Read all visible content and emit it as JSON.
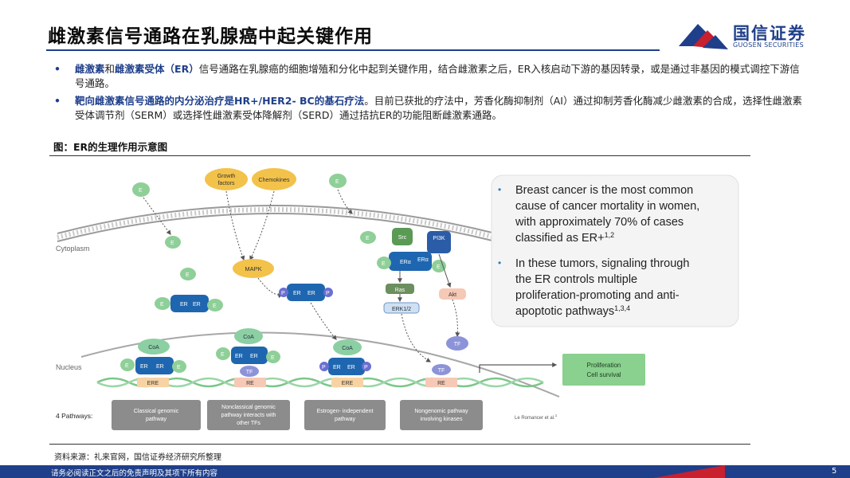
{
  "header": {
    "title": "雌激素信号通路在乳腺癌中起关键作用",
    "logo_cn": "国信证券",
    "logo_en": "GUOSEN SECURITIES"
  },
  "bullets": [
    {
      "hl1": "雌激素",
      "t1": "和",
      "hl2": "雌激素受体（ER）",
      "t2": "信号通路在乳腺癌的细胞增殖和分化中起到关键作用，结合雌激素之后，ER入核启动下游的基因转录，或是通过非基因的模式调控下游信号通路。"
    },
    {
      "hl1": "靶向雌激素信号通路的内分泌治疗是HR+/HER2- BC的基石疗法",
      "t1": "。目前已获批的疗法中，芳香化酶抑制剂（AI）通过抑制芳香化酶减少雌激素的合成，选择性雌激素受体调节剂（SERM）或选择性雌激素受体降解剂（SERD）通过拮抗ER的功能阻断雌激素通路。"
    }
  ],
  "figure": {
    "caption": "图：ER的生理作用示意图",
    "cytoplasm": "Cytoplasm",
    "nucleus": "Nucleus",
    "pathways_label": "4 Pathways:",
    "growth_factors": [
      "Growth",
      "factors"
    ],
    "chemokines": "Chemokines",
    "e2": "E",
    "e2_sub": "2",
    "er": "ER",
    "era": "ERα",
    "p": "P",
    "coa": "CoA",
    "tf": "TF",
    "mapk": "MAPK",
    "src": "Src",
    "pi3k": "PI3K",
    "ras": "Ras",
    "erk": "ERK1/2",
    "akt": "Akt",
    "ere": "ERE",
    "re": "RE",
    "proliferation": [
      "Proliferation",
      "Cell survival"
    ],
    "pathways": [
      [
        "Classical genomic",
        "pathway"
      ],
      [
        "Nonclassical genomic",
        "pathway interacts with",
        "other TFs"
      ],
      [
        "Estrogen- independent",
        "pathway"
      ],
      [
        "Nongenomic pathway",
        "involving kinases"
      ]
    ],
    "citation": "Le Romancer et al.",
    "citation_sup": "1",
    "callout": [
      {
        "lines": [
          "Breast cancer is the most common",
          "cause of cancer mortality in women,",
          "with approximately 70% of cases",
          "classified as ER+"
        ],
        "sup": "1,2"
      },
      {
        "lines": [
          "In these tumors, signaling through",
          "the ER controls multiple",
          "proliferation-promoting and anti-",
          "apoptotic pathways"
        ],
        "sup": "1,3,4"
      }
    ]
  },
  "source": "资料来源：礼来官网，国信证券经济研究所整理",
  "footer": {
    "disclaimer": "请务必阅读正文之后的免责声明及其项下所有内容",
    "page": "5"
  }
}
